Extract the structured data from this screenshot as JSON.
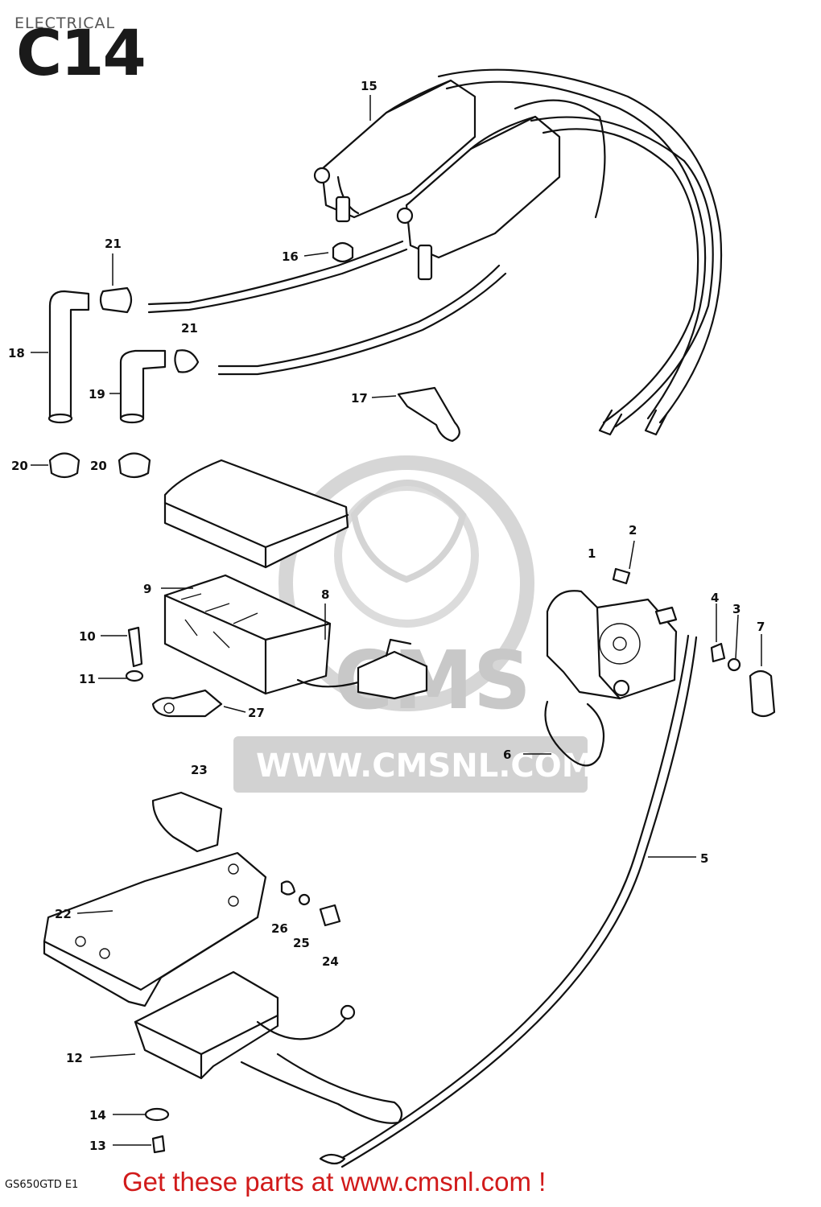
{
  "header": {
    "title": "ELECTRICAL",
    "diagram_code": "C14"
  },
  "watermark": {
    "logo_text": "CMS",
    "url": "WWW.CMSNL.COM",
    "color": "#c8c8c8"
  },
  "callouts": [
    {
      "id": "callout-1",
      "label": "1"
    },
    {
      "id": "callout-2",
      "label": "2"
    },
    {
      "id": "callout-3",
      "label": "3"
    },
    {
      "id": "callout-4",
      "label": "4"
    },
    {
      "id": "callout-5",
      "label": "5"
    },
    {
      "id": "callout-6",
      "label": "6"
    },
    {
      "id": "callout-7",
      "label": "7"
    },
    {
      "id": "callout-8",
      "label": "8"
    },
    {
      "id": "callout-9",
      "label": "9"
    },
    {
      "id": "callout-10",
      "label": "10"
    },
    {
      "id": "callout-11",
      "label": "11"
    },
    {
      "id": "callout-12",
      "label": "12"
    },
    {
      "id": "callout-13",
      "label": "13"
    },
    {
      "id": "callout-14",
      "label": "14"
    },
    {
      "id": "callout-15",
      "label": "15"
    },
    {
      "id": "callout-16",
      "label": "16"
    },
    {
      "id": "callout-17",
      "label": "17"
    },
    {
      "id": "callout-18",
      "label": "18"
    },
    {
      "id": "callout-19",
      "label": "19"
    },
    {
      "id": "callout-20a",
      "label": "20"
    },
    {
      "id": "callout-20b",
      "label": "20"
    },
    {
      "id": "callout-21a",
      "label": "21"
    },
    {
      "id": "callout-21b",
      "label": "21"
    },
    {
      "id": "callout-22",
      "label": "22"
    },
    {
      "id": "callout-23",
      "label": "23"
    },
    {
      "id": "callout-24",
      "label": "24"
    },
    {
      "id": "callout-25",
      "label": "25"
    },
    {
      "id": "callout-26",
      "label": "26"
    },
    {
      "id": "callout-27",
      "label": "27"
    }
  ],
  "footer": {
    "model_code": "GS650GTD E1",
    "cta": "Get these parts at www.cmsnl.com !",
    "cta_color": "#d11a1a"
  }
}
